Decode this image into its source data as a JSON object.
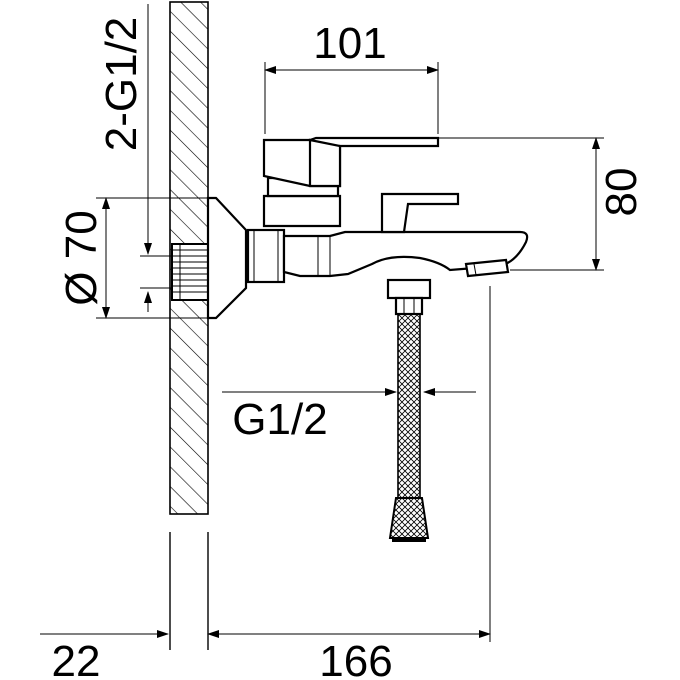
{
  "dimensions": {
    "width_top": "101",
    "thread_inlet": "2-G1/2",
    "diameter_escutcheon": "Ø 70",
    "height": "80",
    "outlet_thread": "G1/2",
    "wall_depth": "22",
    "length": "166"
  },
  "colors": {
    "stroke": "#000000",
    "background": "#ffffff"
  }
}
